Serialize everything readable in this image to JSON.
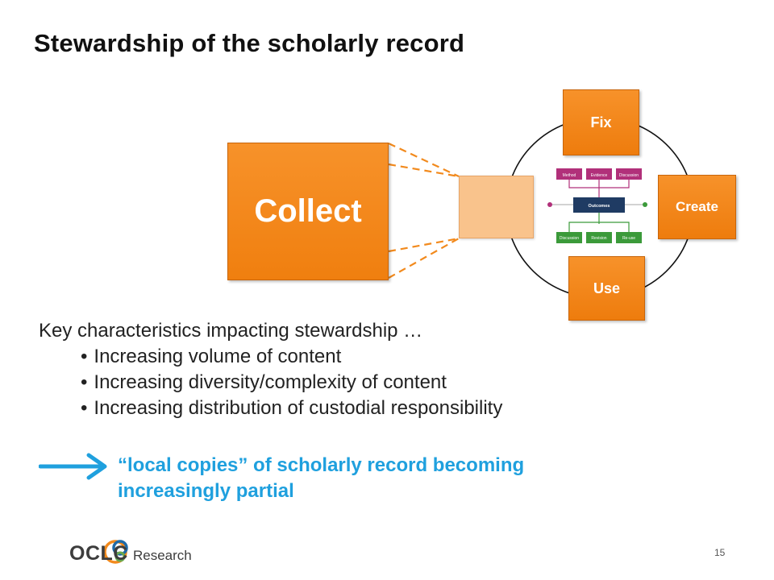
{
  "slide": {
    "title": "Stewardship of the scholarly record",
    "page_number": "15"
  },
  "diagram": {
    "center_label": "Collect",
    "nodes": {
      "fix": "Fix",
      "create": "Create",
      "use": "Use"
    },
    "mini_diagram": {
      "top_boxes": [
        "Method",
        "Evidence",
        "Discussion"
      ],
      "center": "Outcomes",
      "bottom_boxes": [
        "Discussion",
        "Revision",
        "Re-use"
      ],
      "colors": {
        "top": "#b1307a",
        "center": "#1f3b63",
        "bottom": "#3b9a3a"
      }
    },
    "colors": {
      "orange": "#f28a1d",
      "light_orange": "#f9c38c",
      "dash": "#f28a1d"
    }
  },
  "characteristics": {
    "intro": "Key characteristics impacting stewardship …",
    "items": [
      "Increasing volume of content",
      "Increasing diversity/complexity of content",
      "Increasing distribution of custodial responsibility"
    ]
  },
  "conclusion": {
    "line1": "“local copies” of scholarly record becoming",
    "line2": "increasingly partial",
    "color": "#1fa0de"
  },
  "logo": {
    "name": "OCLC",
    "suffix": "Research"
  }
}
